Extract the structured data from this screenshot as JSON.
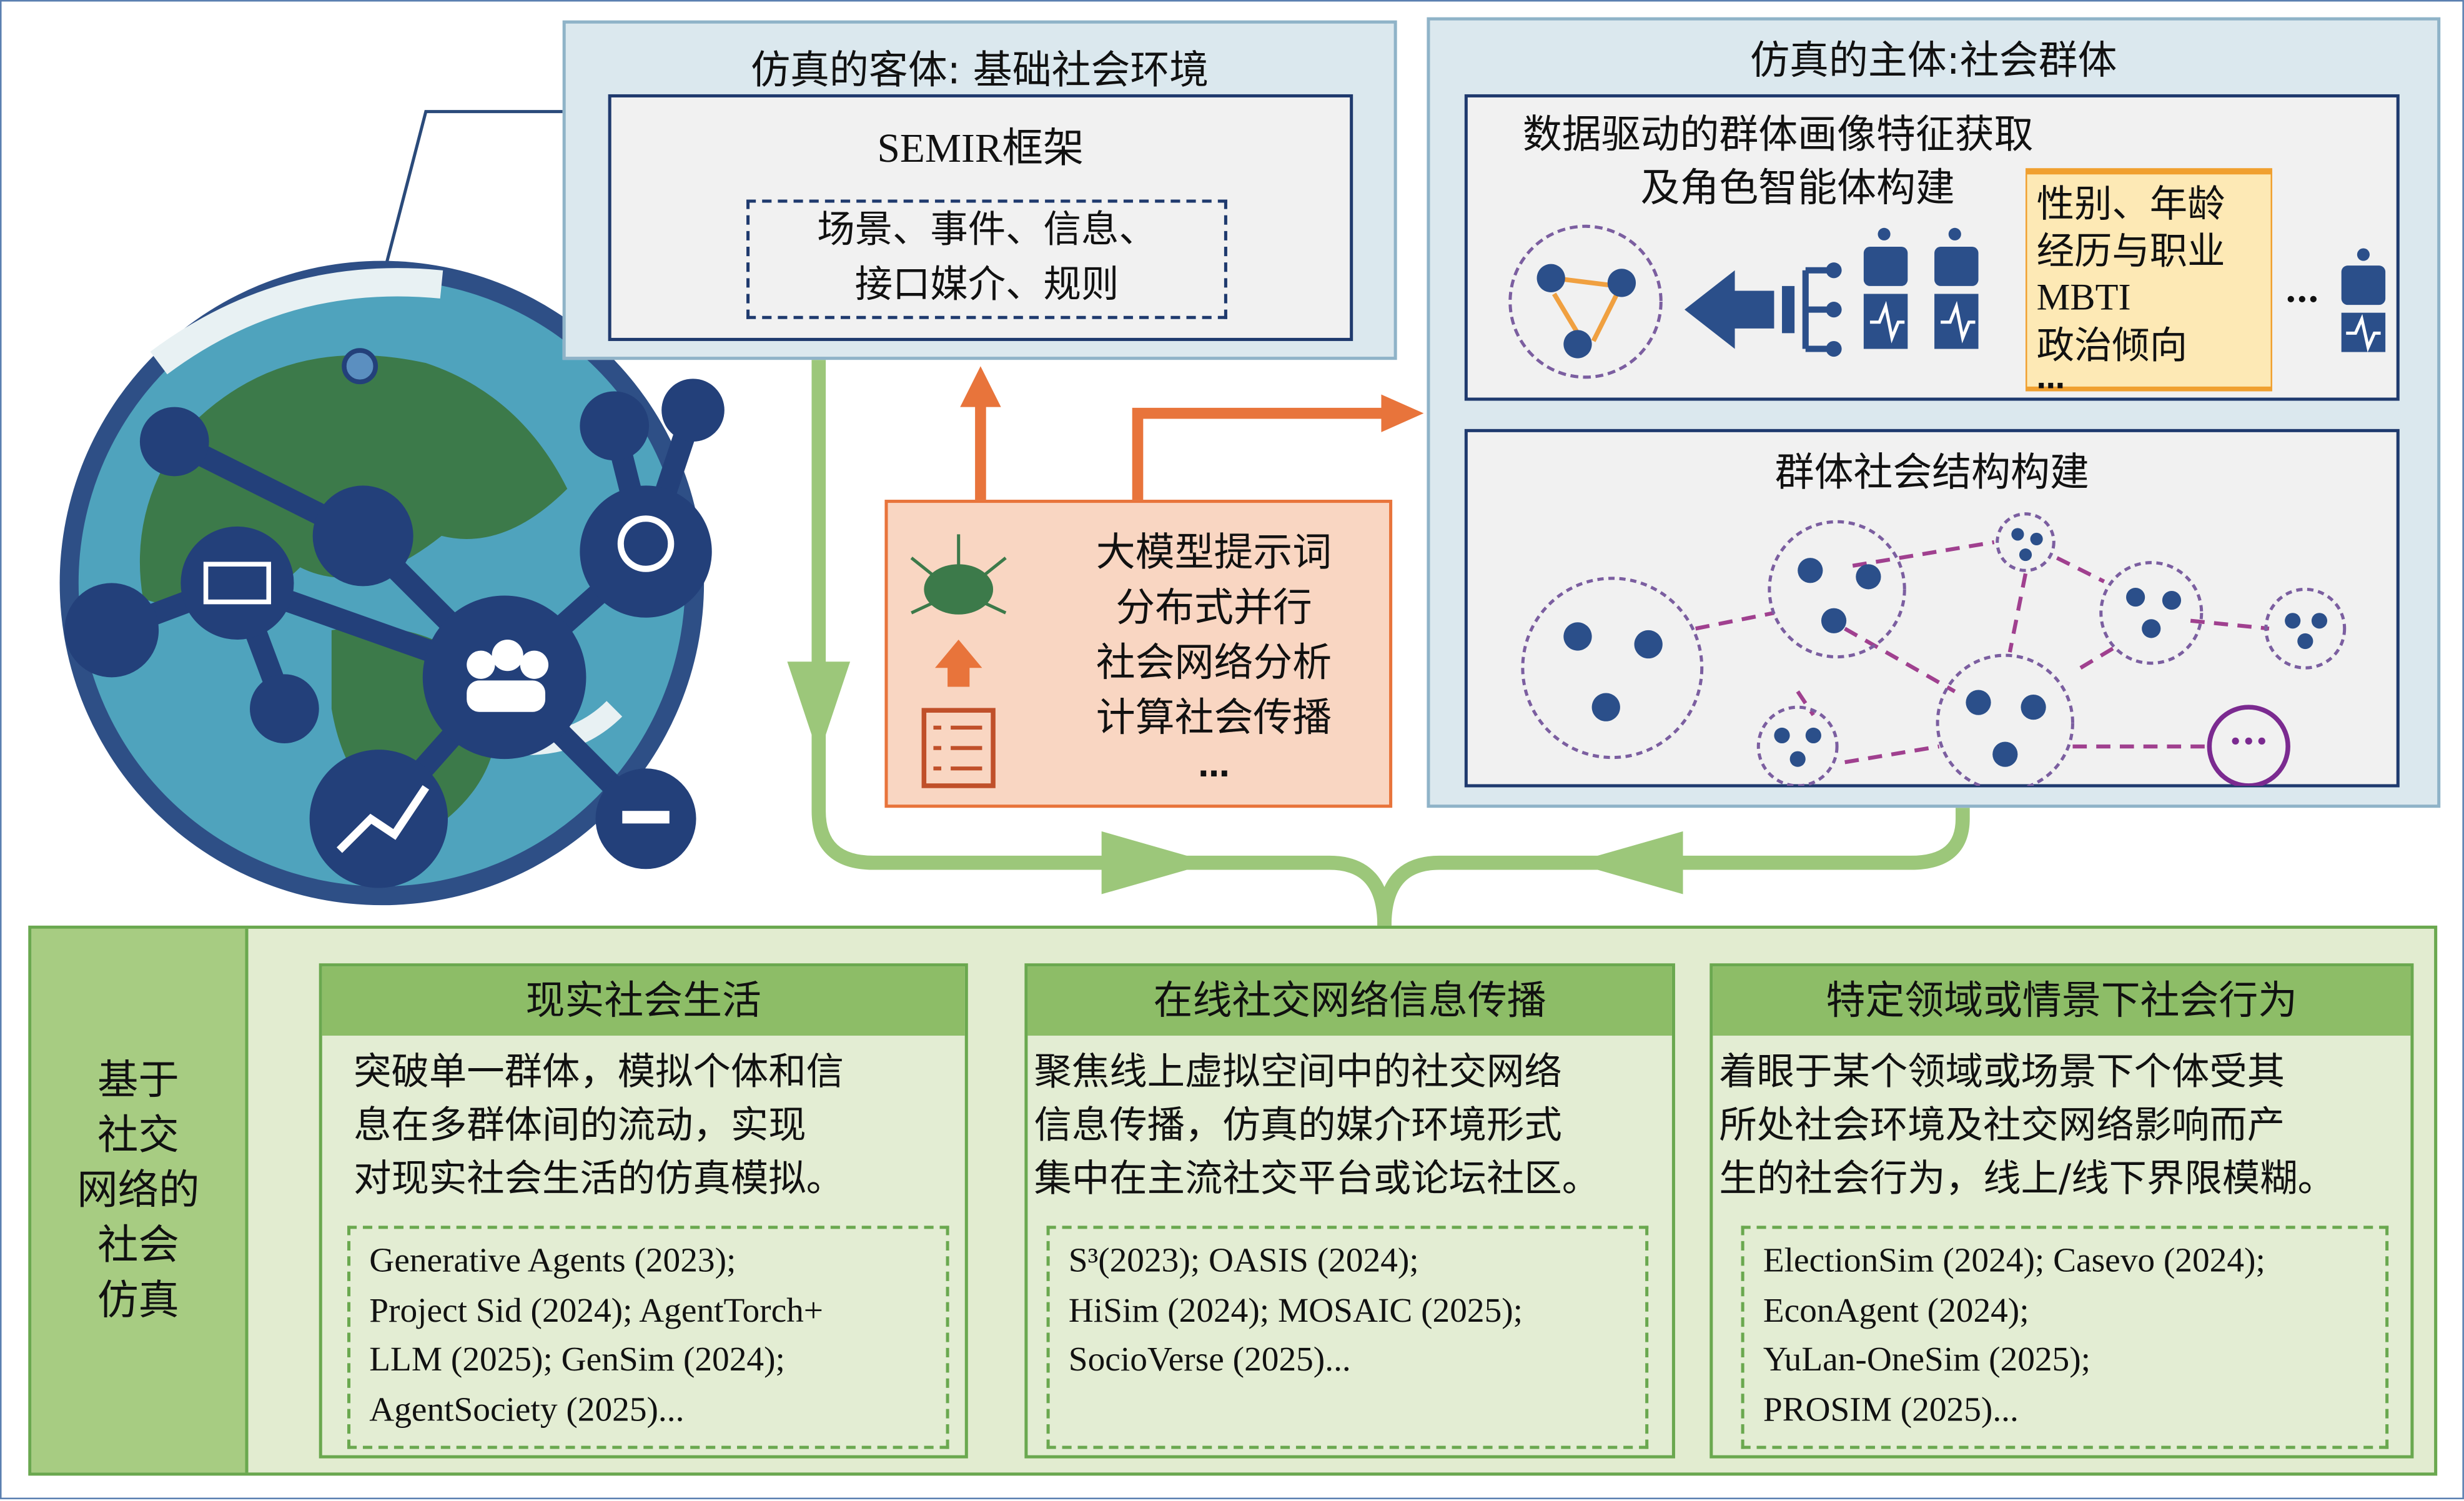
{
  "object_box": {
    "title": "仿真的客体: 基础社会环境",
    "framework": "SEMIR框架",
    "elements": [
      "场景、事件、信息、",
      "接口媒介、规则"
    ]
  },
  "subject_box": {
    "title": "仿真的主体:社会群体",
    "profile_section": {
      "title_lines": [
        "数据驱动的群体画像特征获取",
        "及角色智能体构建"
      ],
      "attributes": [
        "性别、年龄",
        "经历与职业",
        "MBTI",
        "政治倾向",
        "…"
      ],
      "ellipsis": "…"
    },
    "structure_section": {
      "title": "群体社会结构构建",
      "more": "···"
    }
  },
  "tech_box": {
    "items": [
      "大模型提示词",
      "分布式并行",
      "社会网络分析",
      "计算社会传播",
      "…"
    ]
  },
  "bottom": {
    "side_label": [
      "基于",
      "社交",
      "网络的",
      "社会",
      "仿真"
    ],
    "panels": [
      {
        "title": "现实社会生活",
        "desc": [
          "突破单一群体，模拟个体和信",
          "息在多群体间的流动，实现",
          "对现实社会生活的仿真模拟。"
        ],
        "refs": [
          "Generative Agents (2023);",
          "Project Sid (2024); AgentTorch+",
          "LLM (2025); GenSim (2024);",
          "AgentSociety (2025)..."
        ]
      },
      {
        "title": "在线社交网络信息传播",
        "desc": [
          "聚焦线上虚拟空间中的社交网络",
          "信息传播，仿真的媒介环境形式",
          "集中在主流社交平台或论坛社区。"
        ],
        "refs": [
          "S³(2023); OASIS (2024);",
          "HiSim (2024); MOSAIC (2025);",
          "SocioVerse (2025)..."
        ]
      },
      {
        "title": "特定领域或情景下社会行为",
        "desc": [
          "着眼于某个领域或场景下个体受其",
          "所处社会环境及社交网络影响而产",
          "生的社会行为，线上/线下界限模糊。"
        ],
        "refs": [
          "ElectionSim (2024); Casevo (2024);",
          "EconAgent (2024);",
          "YuLan-OneSim (2025);",
          "PROSIM (2025)..."
        ]
      }
    ]
  },
  "colors": {
    "navy": "#1f3a6e",
    "green": "#8dbd67",
    "orange": "#e8743b",
    "purple": "#7b3f8f"
  }
}
